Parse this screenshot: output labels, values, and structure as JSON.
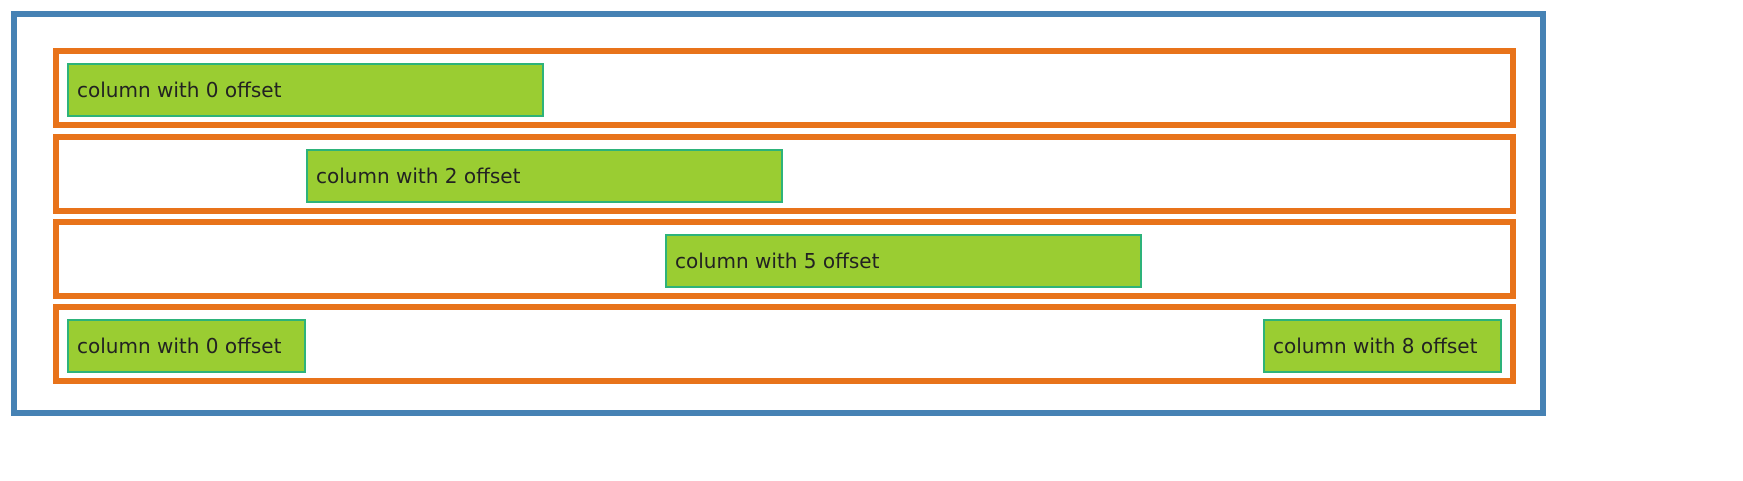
{
  "colors": {
    "container_border": "#4682b4",
    "row_border": "#e8731a",
    "column_fill": "#9acd32",
    "column_border": "#2db37a"
  },
  "grid": {
    "total_columns": 12
  },
  "rows": [
    {
      "columns": [
        {
          "label": "column with 0 offset",
          "offset": 0,
          "span": 4
        }
      ]
    },
    {
      "columns": [
        {
          "label": "column with 2 offset",
          "offset": 2,
          "span": 4
        }
      ]
    },
    {
      "columns": [
        {
          "label": "column with 5 offset",
          "offset": 5,
          "span": 4
        }
      ]
    },
    {
      "columns": [
        {
          "label": "column with 0 offset",
          "offset": 0,
          "span": 2
        },
        {
          "label": "column with 8 offset",
          "offset": 8,
          "span": 2
        }
      ]
    }
  ]
}
